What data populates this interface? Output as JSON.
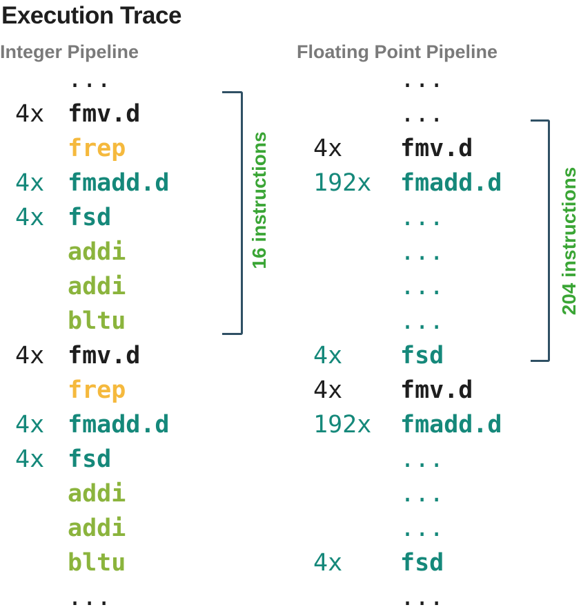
{
  "title": "Execution Trace",
  "colors": {
    "black": "#1e1e1e",
    "teal": "#15887a",
    "orange": "#f5b93d",
    "olive": "#8bb43d",
    "bracket": "#2f5064",
    "label_green": "#3aa535",
    "header_gray": "#7a7a7a"
  },
  "integer_pipeline": {
    "header": "Integer Pipeline",
    "rows": [
      {
        "count": "",
        "instr": "...",
        "color": "black"
      },
      {
        "count": "4x",
        "instr": "fmv.d",
        "color": "black"
      },
      {
        "count": "",
        "instr": "frep",
        "color": "orange"
      },
      {
        "count": "4x",
        "instr": "fmadd.d",
        "color": "teal"
      },
      {
        "count": "4x",
        "instr": "fsd",
        "color": "teal"
      },
      {
        "count": "",
        "instr": "addi",
        "color": "olive"
      },
      {
        "count": "",
        "instr": "addi",
        "color": "olive"
      },
      {
        "count": "",
        "instr": "bltu",
        "color": "olive"
      },
      {
        "count": "4x",
        "instr": "fmv.d",
        "color": "black"
      },
      {
        "count": "",
        "instr": "frep",
        "color": "orange"
      },
      {
        "count": "4x",
        "instr": "fmadd.d",
        "color": "teal"
      },
      {
        "count": "4x",
        "instr": "fsd",
        "color": "teal"
      },
      {
        "count": "",
        "instr": "addi",
        "color": "olive"
      },
      {
        "count": "",
        "instr": "addi",
        "color": "olive"
      },
      {
        "count": "",
        "instr": "bltu",
        "color": "olive"
      },
      {
        "count": "",
        "instr": "...",
        "color": "black"
      }
    ],
    "bracket_label": "16 instructions"
  },
  "fp_pipeline": {
    "header": "Floating Point Pipeline",
    "rows": [
      {
        "count": "",
        "instr": "...",
        "color": "black"
      },
      {
        "count": "",
        "instr": "...",
        "color": "black"
      },
      {
        "count": "4x",
        "instr": "fmv.d",
        "color": "black"
      },
      {
        "count": "192x",
        "instr": "fmadd.d",
        "color": "teal"
      },
      {
        "count": "",
        "instr": "...",
        "color": "teal"
      },
      {
        "count": "",
        "instr": "...",
        "color": "teal"
      },
      {
        "count": "",
        "instr": "...",
        "color": "teal"
      },
      {
        "count": "",
        "instr": "...",
        "color": "teal"
      },
      {
        "count": "4x",
        "instr": "fsd",
        "color": "teal"
      },
      {
        "count": "4x",
        "instr": "fmv.d",
        "color": "black"
      },
      {
        "count": "192x",
        "instr": "fmadd.d",
        "color": "teal"
      },
      {
        "count": "",
        "instr": "...",
        "color": "teal"
      },
      {
        "count": "",
        "instr": "...",
        "color": "teal"
      },
      {
        "count": "",
        "instr": "...",
        "color": "teal"
      },
      {
        "count": "4x",
        "instr": "fsd",
        "color": "teal"
      },
      {
        "count": "",
        "instr": "...",
        "color": "black"
      }
    ],
    "bracket_label": "204 instructions"
  }
}
